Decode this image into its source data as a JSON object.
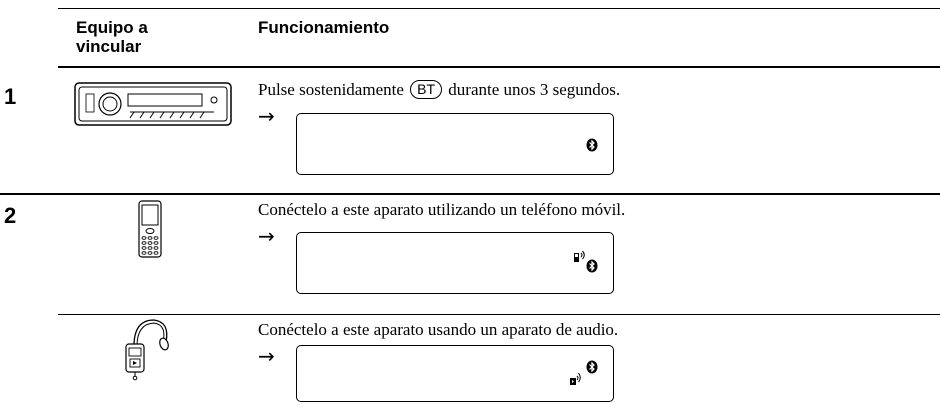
{
  "header": {
    "col_device": "Equipo a\nvincular",
    "col_device_line1": "Equipo a",
    "col_device_line2": "vincular",
    "col_operation": "Funcionamiento"
  },
  "steps": [
    {
      "number": "1",
      "device_icon": "car-stereo-icon",
      "text_before": "Pulse sostenidamente",
      "button_label": "BT",
      "text_after": "durante unos 3 segundos.",
      "display_icons": [
        "bluetooth-icon"
      ]
    },
    {
      "number": "2",
      "rows": [
        {
          "device_icon": "mobile-phone-icon",
          "text": "Conéctelo a este aparato utilizando un teléfono móvil.",
          "display_icons": [
            "phone-signal-icon",
            "bluetooth-icon"
          ]
        },
        {
          "device_icon": "audio-player-headphones-icon",
          "text": "Conéctelo a este aparato usando un aparato de audio.",
          "display_icons": [
            "audio-signal-icon",
            "bluetooth-icon"
          ]
        }
      ]
    }
  ],
  "arrow": "→"
}
